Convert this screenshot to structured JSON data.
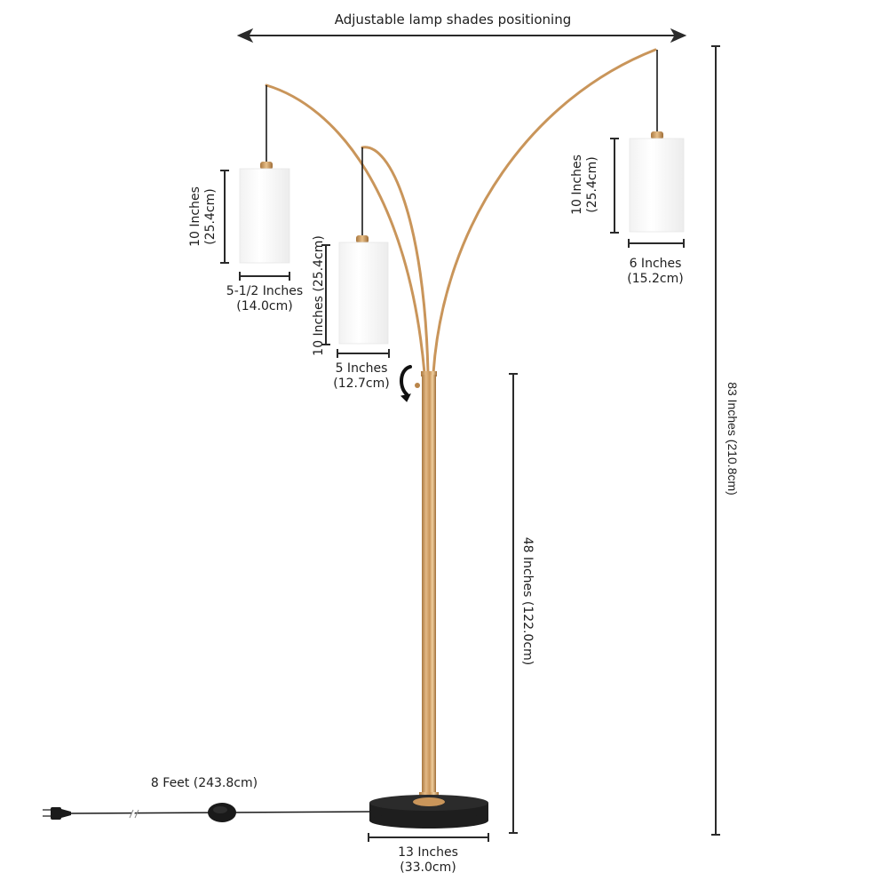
{
  "diagram": {
    "subject": "Three-light arc floor lamp with cylindrical white shades",
    "colors": {
      "brass": "#c9955a",
      "brass_light": "#e3b985",
      "brass_dark": "#a9773f",
      "shade": "#fafafa",
      "shade_edge": "#e6e6e6",
      "base": "#222222",
      "cord": "#1a1a1a",
      "dimension_line": "#2a2a2a"
    },
    "header": {
      "label": "Adjustable lamp shades positioning"
    },
    "shades": [
      {
        "name": "left-shade",
        "height_label": [
          "10 Inches",
          "(25.4cm)"
        ],
        "width_label": [
          "5-1/2 Inches",
          "(14.0cm)"
        ]
      },
      {
        "name": "middle-shade",
        "height_label": "10 Inches (25.4cm)",
        "width_label": [
          "5 Inches",
          "(12.7cm)"
        ]
      },
      {
        "name": "right-shade",
        "height_label": [
          "10 Inches",
          "(25.4cm)"
        ],
        "width_label": [
          "6 Inches",
          "(15.2cm)"
        ]
      }
    ],
    "overall_height": "83 Inches (210.8cm)",
    "pole_height": "48 Inches (122.0cm)",
    "cord_length": "8 Feet (243.8cm)",
    "base_width": [
      "13 Inches",
      "(33.0cm)"
    ],
    "icons": {
      "rotate": "rotate-arrow-icon",
      "plug": "plug-icon",
      "foot_switch": "foot-switch-icon"
    }
  }
}
